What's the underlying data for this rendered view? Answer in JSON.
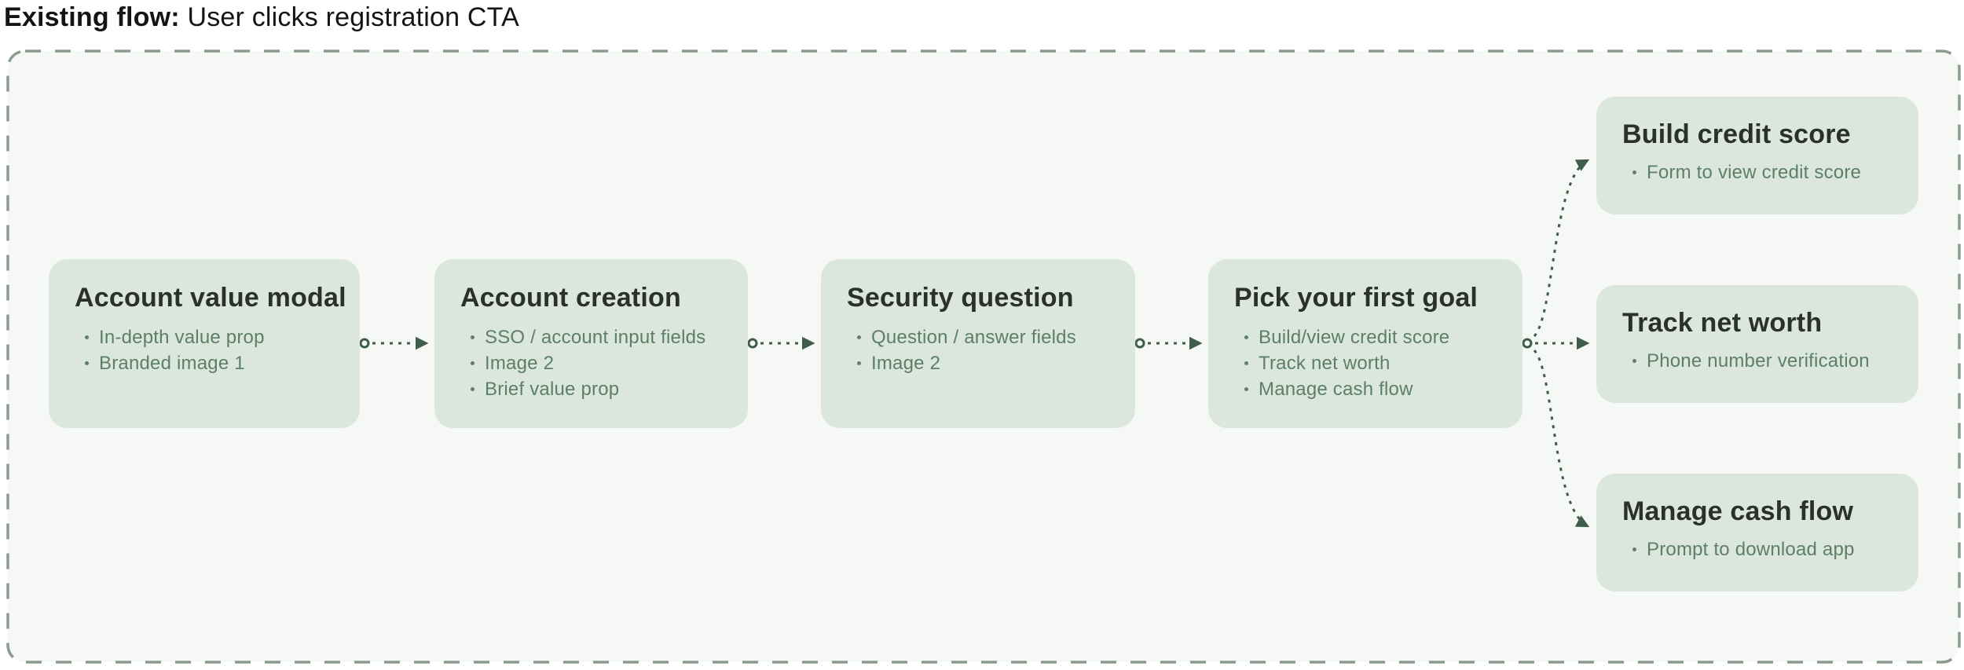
{
  "title": {
    "prefix": "Existing flow:",
    "text": " User clicks registration CTA"
  },
  "flow": {
    "main_steps": [
      {
        "title": "Account value modal",
        "bullets": [
          "In-depth value prop",
          "Branded image 1"
        ]
      },
      {
        "title": "Account creation",
        "bullets": [
          "SSO / account input fields",
          "Image 2",
          "Brief value prop"
        ]
      },
      {
        "title": "Security question",
        "bullets": [
          "Question / answer fields",
          "Image 2"
        ]
      },
      {
        "title": "Pick your first goal",
        "bullets": [
          "Build/view credit score",
          "Track net worth",
          "Manage cash flow"
        ]
      }
    ],
    "branches": [
      {
        "title": "Build credit score",
        "bullets": [
          "Form to view credit score"
        ]
      },
      {
        "title": "Track net worth",
        "bullets": [
          "Phone number verification"
        ]
      },
      {
        "title": "Manage cash flow",
        "bullets": [
          "Prompt to download app"
        ]
      }
    ],
    "connections": [
      {
        "from": "Account value modal",
        "to": "Account creation"
      },
      {
        "from": "Account creation",
        "to": "Security question"
      },
      {
        "from": "Security question",
        "to": "Pick your first goal"
      },
      {
        "from": "Pick your first goal",
        "to": "Build credit score"
      },
      {
        "from": "Pick your first goal",
        "to": "Track net worth"
      },
      {
        "from": "Pick your first goal",
        "to": "Manage cash flow"
      }
    ]
  },
  "colors": {
    "page_background": "#ffffff",
    "title_text": "#141414",
    "container_fill": "#f6f8f5",
    "container_border": "#8a9c8e",
    "node_fill": "#dbe7dc",
    "node_title_text": "#2b302c",
    "bullet_text": "#5d7f68",
    "connector": "#3e5d4b"
  }
}
